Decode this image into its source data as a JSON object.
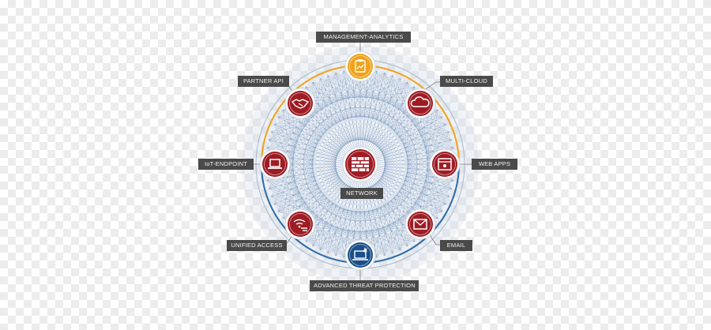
{
  "diagram": {
    "center": {
      "label": "NETWORK",
      "icon": "firewall-brick-icon",
      "color": "#9e1c24"
    },
    "nodes": [
      {
        "id": "management-analytics",
        "label": "MANAGEMENT-ANALYTICS",
        "icon": "clipboard-chart-icon",
        "color": "#f0a21c"
      },
      {
        "id": "multi-cloud",
        "label": "MULTI-CLOUD",
        "icon": "cloud-icon",
        "color": "#9e1c24"
      },
      {
        "id": "web-apps",
        "label": "WEB APPS",
        "icon": "browser-window-icon",
        "color": "#9e1c24"
      },
      {
        "id": "email",
        "label": "EMAIL",
        "icon": "envelope-icon",
        "color": "#9e1c24"
      },
      {
        "id": "advanced-threat-protection",
        "label": "ADVANCED THREAT PROTECTION",
        "icon": "laptop-shield-icon",
        "color": "#1b4f8a"
      },
      {
        "id": "unified-access",
        "label": "UNIFIED ACCESS",
        "icon": "wifi-switch-icon",
        "color": "#9e1c24"
      },
      {
        "id": "iot-endpoint",
        "label": "IoT-ENDPOINT",
        "icon": "laptop-icon",
        "color": "#9e1c24"
      },
      {
        "id": "partner-api",
        "label": "PARTNER API",
        "icon": "handshake-icon",
        "color": "#9e1c24"
      }
    ],
    "ring_colors": {
      "outer_top": "#f0a21c",
      "outer_bottom": "#2a6aa8",
      "mesh": "#5a7fb0"
    }
  }
}
